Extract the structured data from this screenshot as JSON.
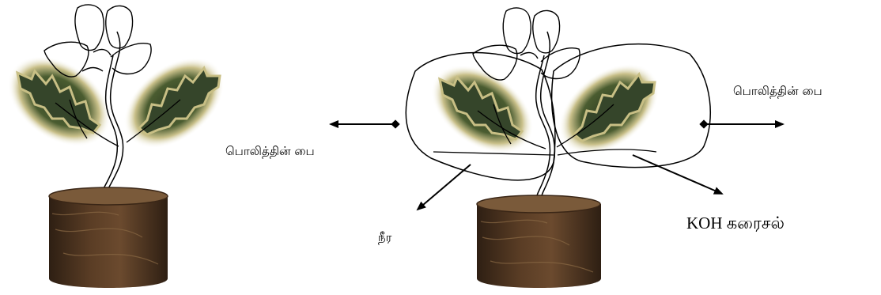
{
  "labels": {
    "polythene_bag_left": "பொலித்தின் பை",
    "polythene_bag_right": "பொலித்தின் பை",
    "water": "நீர",
    "koh_solution": "KOH கரைசல்"
  },
  "colors": {
    "leaf_dark": "#3b4a2a",
    "leaf_halo": "#f3eec4",
    "pot_body": "#4a3320",
    "pot_rim": "#7a5a3a",
    "line": "#000000"
  }
}
